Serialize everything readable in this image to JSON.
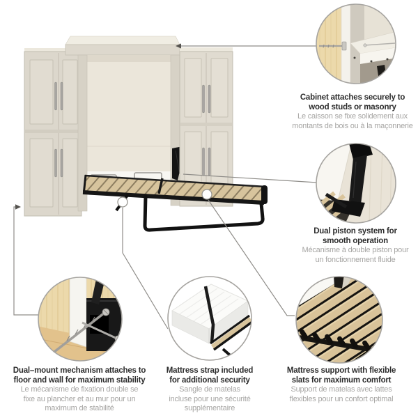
{
  "callouts": [
    {
      "id": "cabinet-attachment",
      "en": [
        "Cabinet attaches securely to",
        "wood studs or masonry"
      ],
      "fr": [
        "Le caisson se fixe solidement aux",
        "montants de bois ou à la maçonnerie"
      ]
    },
    {
      "id": "dual-piston",
      "en": [
        "Dual piston system for",
        "smooth operation"
      ],
      "fr": [
        "Mécanisme à double piston pour",
        "un fonctionnement fluide"
      ]
    },
    {
      "id": "dual-mount",
      "en": [
        "Dual–mount mechanism attaches to",
        "floor and wall for maximum stability"
      ],
      "fr": [
        "Le mécanisme de fixation double se",
        "fixe au plancher et au mur pour un",
        "maximum de stabilité"
      ]
    },
    {
      "id": "mattress-strap",
      "en": [
        "Mattress strap included",
        "for additional security"
      ],
      "fr": [
        "Sangle de matelas",
        "incluse pour une sécurité",
        "supplémentaire"
      ]
    },
    {
      "id": "mattress-support",
      "en": [
        "Mattress support with flexible",
        "slats for maximum comfort"
      ],
      "fr": [
        "Support de matelas avec lattes",
        "flexibles pour un confort optimal"
      ]
    }
  ],
  "colors": {
    "background": "#ffffff",
    "cabinet_finish": "#ddd8cd",
    "slat_wood": "#d7c49d",
    "metal_frame": "#161616",
    "heading_text": "#2d2d2d",
    "subtext": "#a6a5a3",
    "leader_line": "#8f8d89"
  }
}
